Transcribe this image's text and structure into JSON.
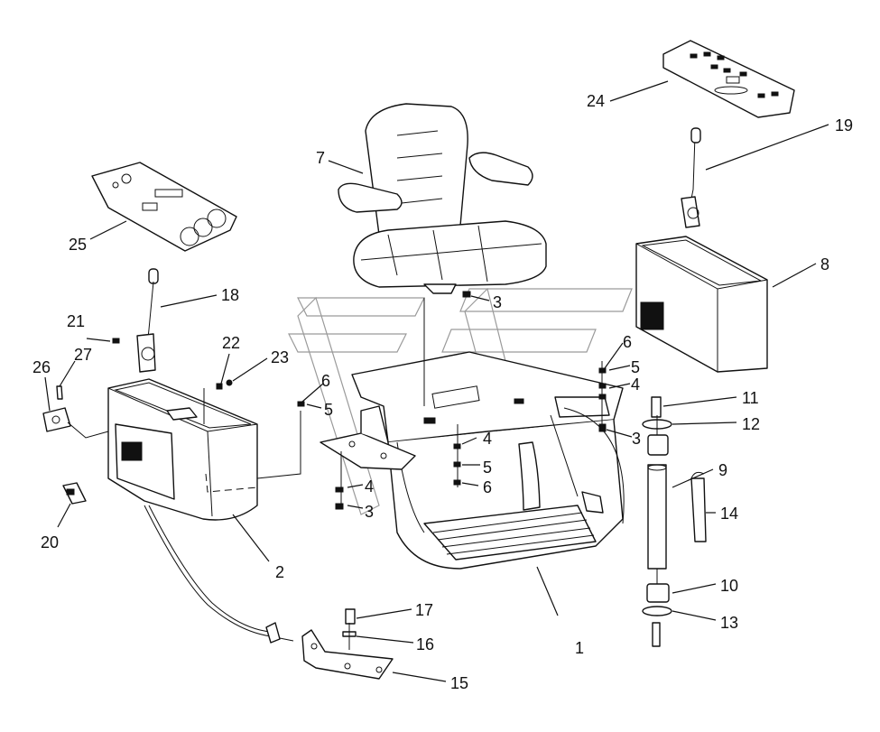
{
  "callouts": {
    "c1": "1",
    "c2": "2",
    "c3a": "3",
    "c3b": "3",
    "c3c": "3",
    "c4a": "4",
    "c4b": "4",
    "c4c": "4",
    "c5a": "5",
    "c5b": "5",
    "c5c": "5",
    "c6a": "6",
    "c6b": "6",
    "c6c": "6",
    "c7": "7",
    "c8": "8",
    "c9": "9",
    "c10": "10",
    "c11": "11",
    "c12": "12",
    "c13": "13",
    "c14": "14",
    "c15": "15",
    "c16": "16",
    "c17": "17",
    "c18": "18",
    "c19": "19",
    "c20": "20",
    "c21": "21",
    "c22": "22",
    "c23": "23",
    "c24": "24",
    "c25": "25",
    "c26": "26",
    "c27": "27"
  }
}
